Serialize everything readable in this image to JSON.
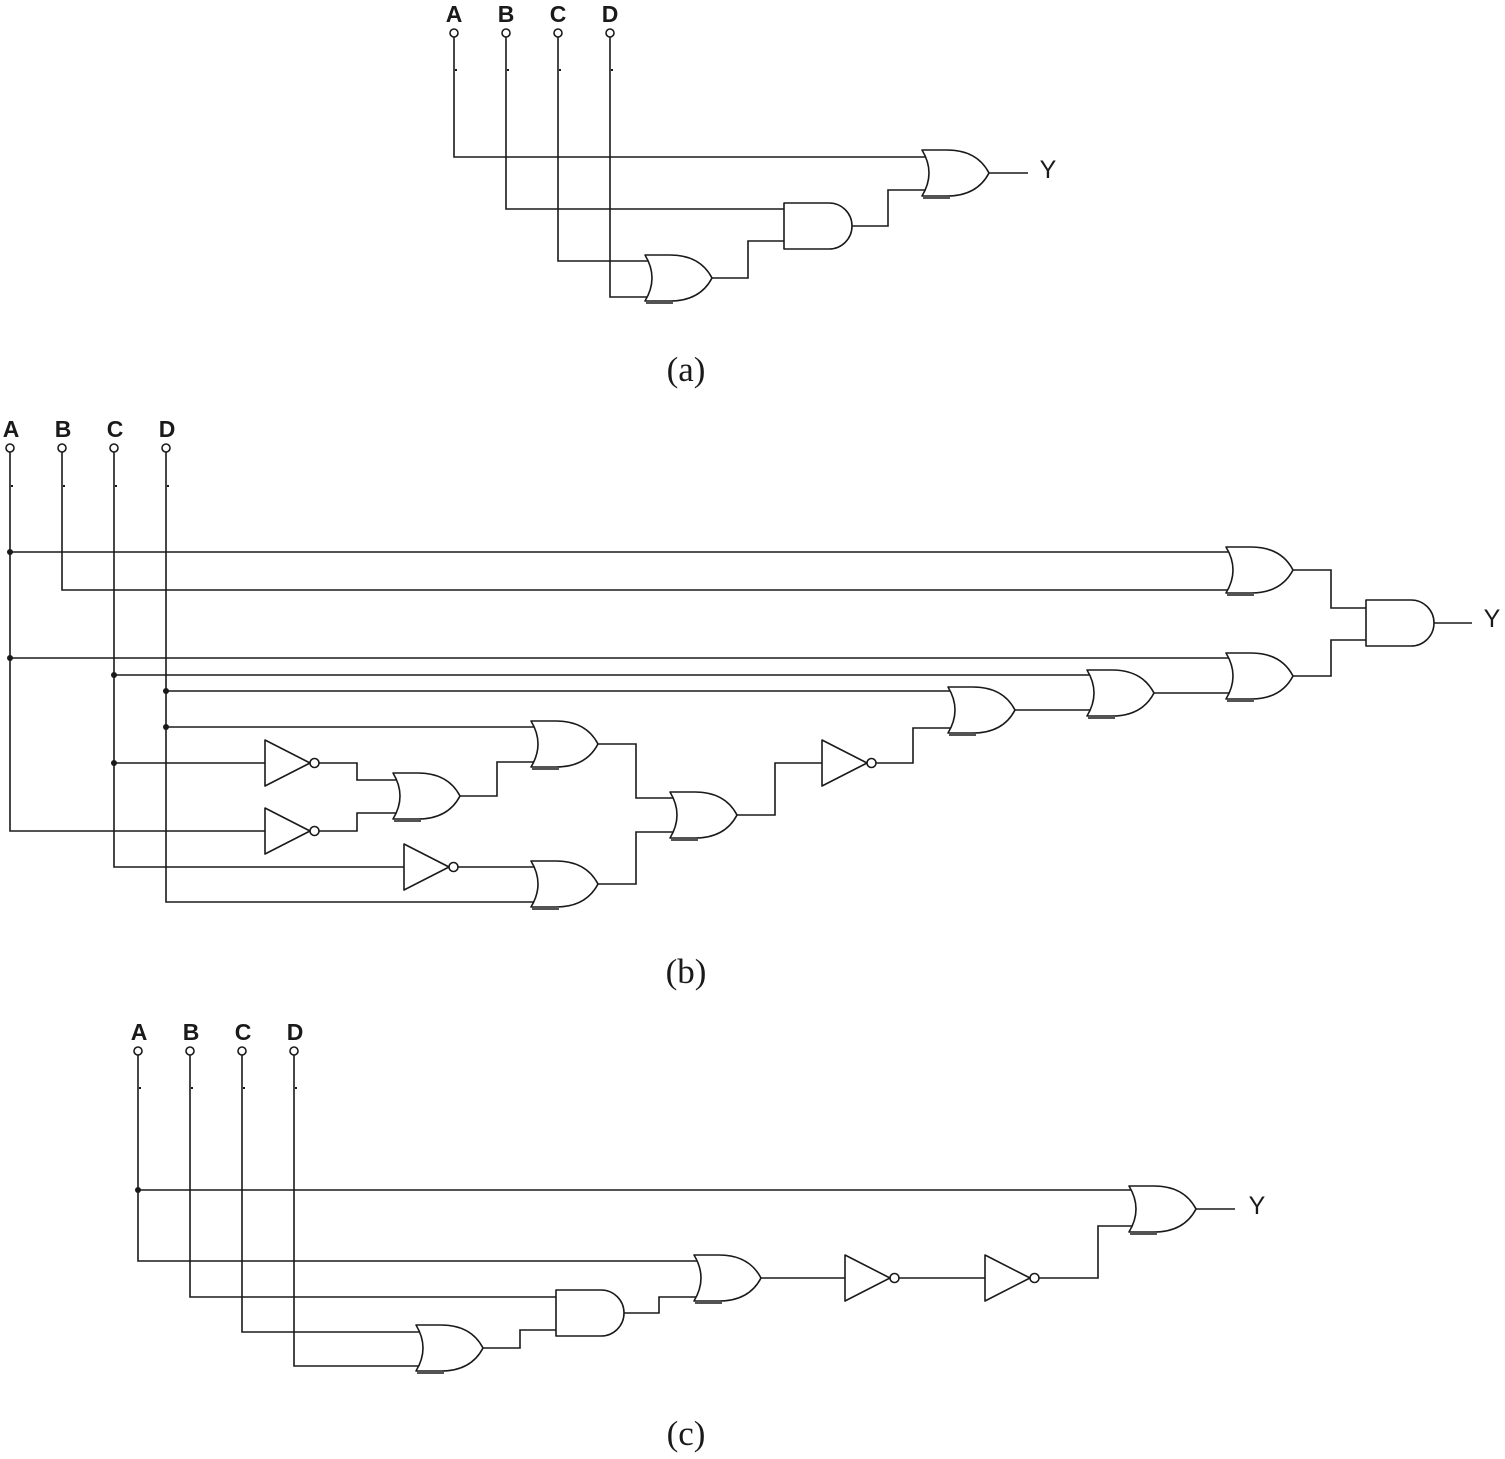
{
  "figure": {
    "panels": [
      {
        "caption": "(a)",
        "inputs": [
          "A",
          "B",
          "C",
          "D"
        ],
        "output": "Y"
      },
      {
        "caption": "(b)",
        "inputs": [
          "A",
          "B",
          "C",
          "D"
        ],
        "output": "Y"
      },
      {
        "caption": "(c)",
        "inputs": [
          "A",
          "B",
          "C",
          "D"
        ],
        "output": "Y"
      }
    ]
  }
}
